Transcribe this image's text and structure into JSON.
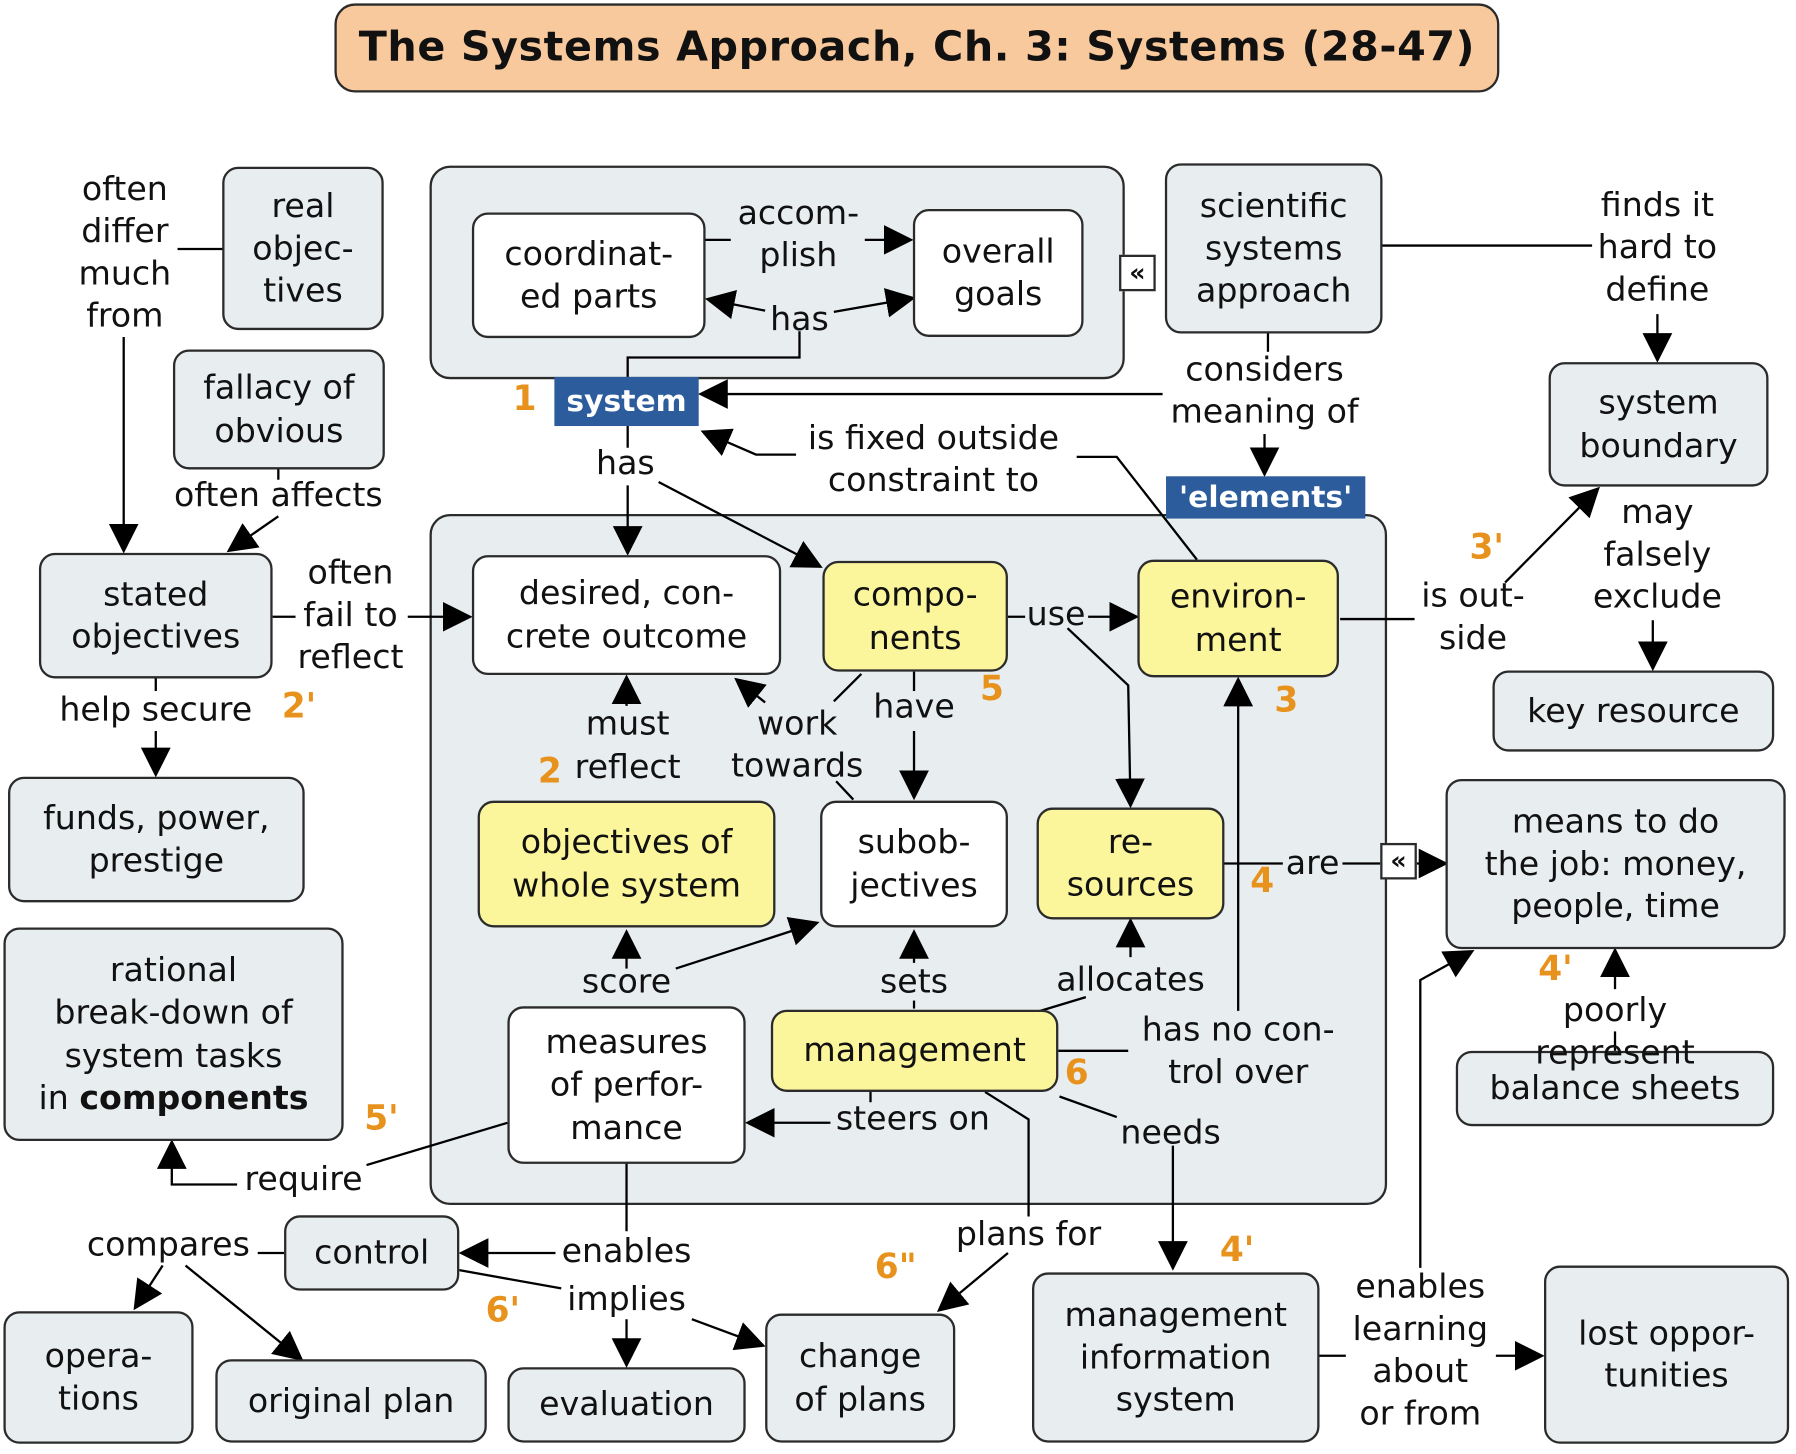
{
  "title": "The Systems Approach, Ch. 3: Systems (28-47)",
  "nodes": {
    "coordinated_parts": "coordinat-\ned parts",
    "overall_goals": "overall\ngoals",
    "scientific_systems_approach": "scientific\nsystems\napproach",
    "real_objectives": "real\nobjec-\ntives",
    "fallacy_of_obvious": "fallacy of\nobvious",
    "stated_objectives": "stated\nobjectives",
    "funds_power_prestige": "funds, power,\nprestige",
    "rational_breakdown_prefix": "rational\nbreak-down of\nsystem tasks\nin ",
    "rational_breakdown_bold": "components",
    "desired_outcome": "desired, con-\ncrete outcome",
    "components": "compo-\nnents",
    "environment": "environ-\nment",
    "objectives_whole_system": "objectives of\nwhole system",
    "subobjectives": "subob-\njectives",
    "resources": "re-\nsources",
    "measures_of_performance": "measures\nof perfor-\nmance",
    "management": "management",
    "system_boundary": "system\nboundary",
    "key_resource": "key resource",
    "means_to_do_job": "means to do\nthe job: money,\npeople, time",
    "balance_sheets": "balance sheets",
    "control": "control",
    "operations": "opera-\ntions",
    "original_plan": "original plan",
    "evaluation": "evaluation",
    "change_of_plans": "change\nof plans",
    "management_information_system": "management\ninformation\nsystem",
    "lost_opportunities": "lost oppor-\ntunities"
  },
  "tags": {
    "system": "system",
    "elements": "'elements'"
  },
  "links": {
    "often_differ_much_from": "often\ndiffer\nmuch\nfrom",
    "accomplish": "accom-\nplish",
    "has_top": "has",
    "considers_meaning_of": "considers\nmeaning of",
    "finds_it_hard_to_define": "finds it\nhard to\ndefine",
    "is_fixed_outside": "is fixed outside\nconstraint to",
    "has_system": "has",
    "often_affects": "often affects",
    "often_fail_to_reflect": "often\nfail to\nreflect",
    "help_secure": "help secure",
    "use": "use",
    "is_outside": "is out-\nside",
    "may_falsely_exclude": "may\nfalsely\nexclude",
    "must_reflect_must": "must",
    "must_reflect_reflect": "reflect",
    "work_towards": "work\ntowards",
    "have": "have",
    "are": "are",
    "score": "score",
    "sets": "sets",
    "allocates": "allocates",
    "has_no_control_over": "has no con-\ntrol over",
    "poorly_represent": "poorly represent",
    "steers_on": "steers on",
    "needs": "needs",
    "require": "require",
    "compares": "compares",
    "enables": "enables",
    "implies": "implies",
    "plans_for": "plans for",
    "enables_learning": "enables\nlearning\nabout\nor from"
  },
  "numbers": {
    "n1": "1",
    "n2": "2",
    "n2p": "2'",
    "n3": "3",
    "n3p": "3'",
    "n4": "4",
    "n4p_a": "4'",
    "n4p_b": "4'",
    "n5": "5",
    "n5p": "5'",
    "n6": "6",
    "n6p": "6'",
    "n6pp": "6\""
  },
  "colors": {
    "node_fill": "#e8eef0",
    "concept_white": "#ffffff",
    "concept_yellow": "#fbf59c",
    "title_fill": "#f8c99c",
    "tag_blue": "#2d5c9c",
    "number_orange": "#e8921e"
  },
  "icons": {
    "nested_map_marker": "double-chevron-left-icon"
  }
}
